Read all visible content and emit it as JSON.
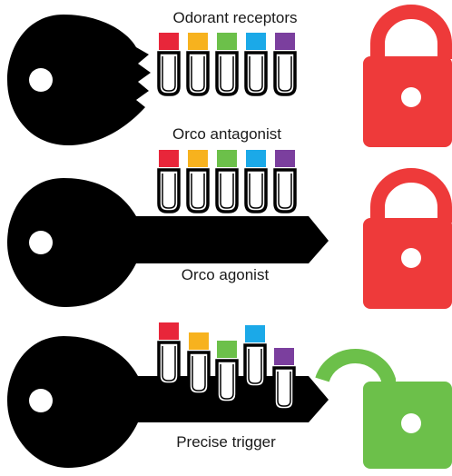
{
  "labels": {
    "receptors": "Odorant receptors",
    "antagonist": "Orco antagonist",
    "agonist": "Orco agonist",
    "precise": "Precise trigger"
  },
  "colors": {
    "key": "#000000",
    "lock_closed": "#ee3a3a",
    "lock_open": "#6cc04a",
    "receptor_colors": [
      "#e8263a",
      "#f7b21e",
      "#6cc04a",
      "#1ba9e8",
      "#7b3f9e"
    ]
  },
  "rows": [
    {
      "name": "antagonist",
      "lock_state": "closed",
      "key_type": "blocked"
    },
    {
      "name": "agonist",
      "lock_state": "closed",
      "key_type": "full"
    },
    {
      "name": "precise",
      "lock_state": "open",
      "key_type": "full"
    }
  ]
}
